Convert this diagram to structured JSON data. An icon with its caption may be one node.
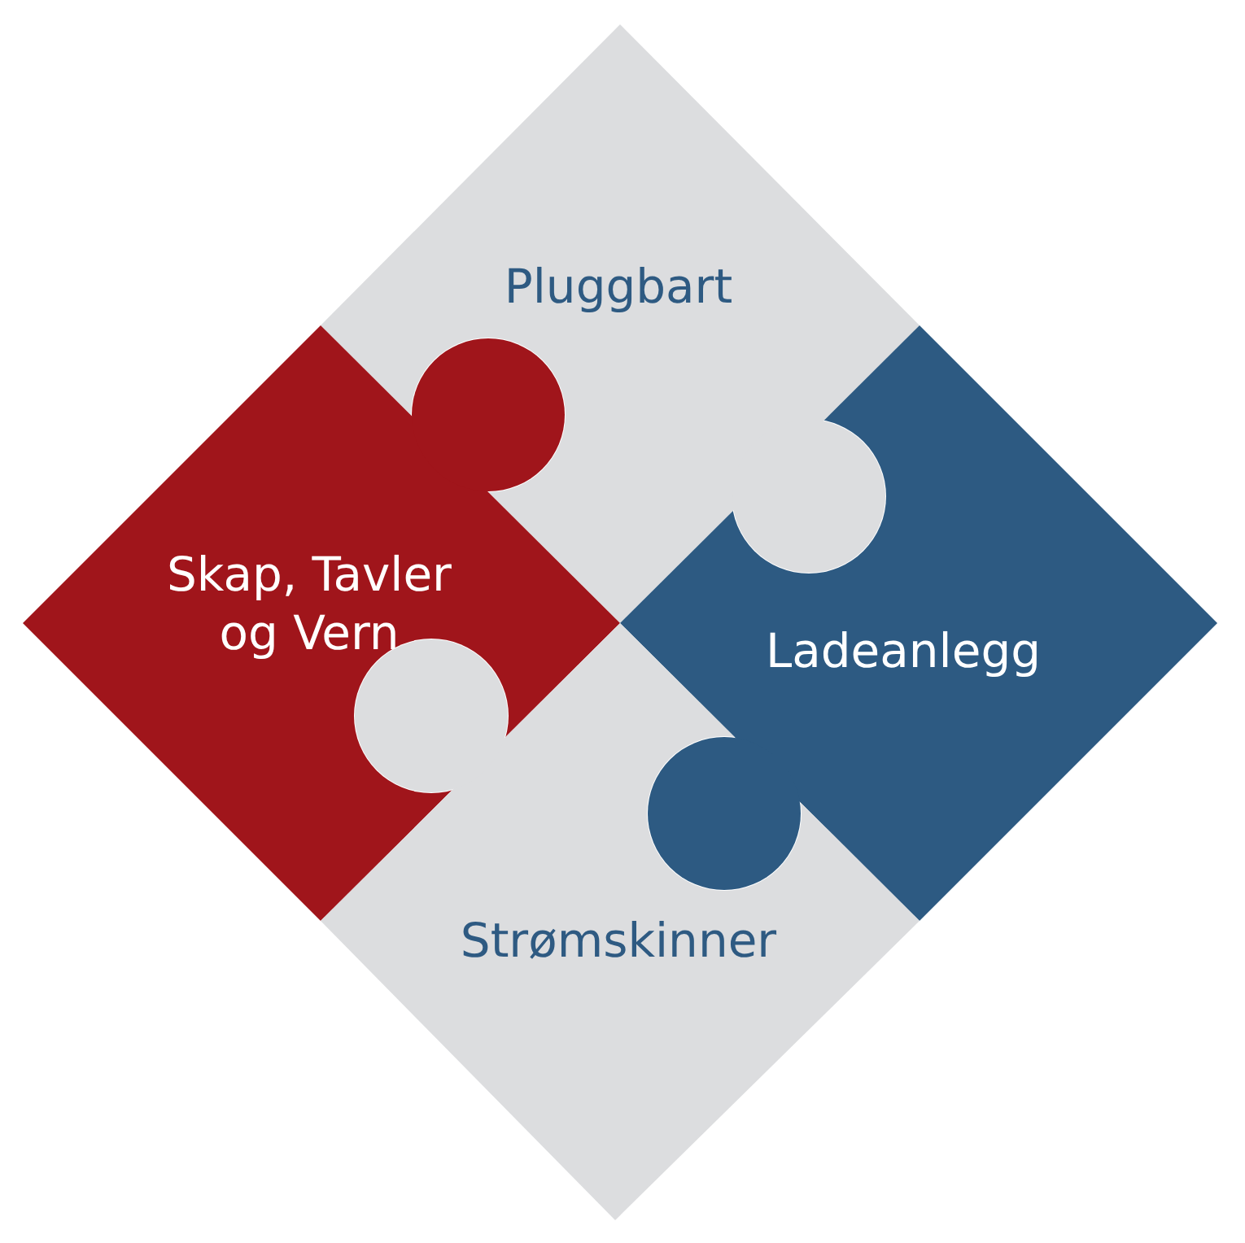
{
  "diagram": {
    "nodes": [
      {
        "text": [
          "Pluggbart"
        ]
      },
      {
        "text": [
          "Skap, Tavler og Vern"
        ]
      },
      {
        "text": [
          "Ladeanlegg"
        ]
      },
      {
        "text": [
          "Strømskinner"
        ]
      }
    ]
  }
}
